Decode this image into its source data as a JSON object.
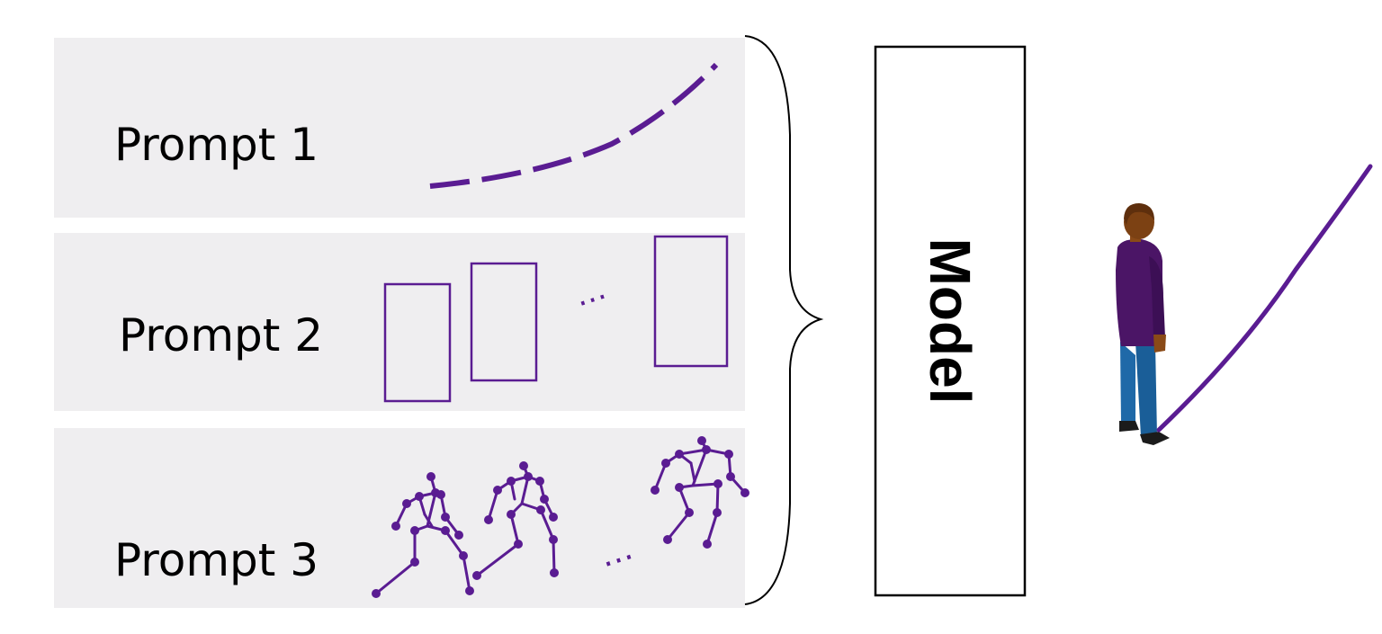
{
  "prompts": [
    {
      "label": "Prompt 1",
      "kind": "trajectory"
    },
    {
      "label": "Prompt 2",
      "kind": "bounding-boxes",
      "ellipsis": "…"
    },
    {
      "label": "Prompt 3",
      "kind": "skeleton-poses",
      "ellipsis": "…"
    }
  ],
  "model": {
    "label": "Model"
  },
  "colors": {
    "panel_bg": "#efeef0",
    "accent": "#5a1c92",
    "stroke": "#000000",
    "shirt": "#4b1566",
    "pants": "#1f69a8",
    "skin": "#8a4a17",
    "hair": "#6b3410"
  }
}
